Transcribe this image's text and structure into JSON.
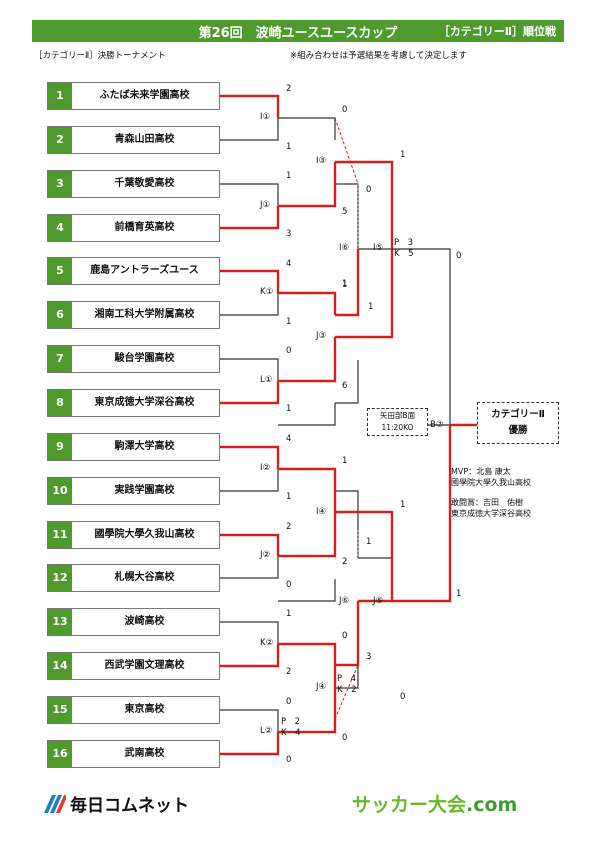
{
  "header": {
    "title": "第26回　波崎ユースユースカップ",
    "category": "［カテゴリーⅡ］順位戦"
  },
  "subtitle": "［カテゴリーⅡ］決勝トーナメント",
  "note": "※組み合わせは予選結果を考慮して決定します",
  "teams": [
    {
      "seed": "1",
      "name": "ふたば未来学園高校"
    },
    {
      "seed": "2",
      "name": "青森山田高校"
    },
    {
      "seed": "3",
      "name": "千葉敬愛高校"
    },
    {
      "seed": "4",
      "name": "前橋育英高校"
    },
    {
      "seed": "5",
      "name": "鹿島アントラーズユース"
    },
    {
      "seed": "6",
      "name": "湘南工科大学附属高校"
    },
    {
      "seed": "7",
      "name": "駿台学園高校"
    },
    {
      "seed": "8",
      "name": "東京成徳大学深谷高校"
    },
    {
      "seed": "9",
      "name": "駒澤大学高校"
    },
    {
      "seed": "10",
      "name": "実践学園高校"
    },
    {
      "seed": "11",
      "name": "國學院大學久我山高校"
    },
    {
      "seed": "12",
      "name": "札幌大谷高校"
    },
    {
      "seed": "13",
      "name": "波崎高校"
    },
    {
      "seed": "14",
      "name": "西武学園文理高校"
    },
    {
      "seed": "15",
      "name": "東京高校"
    },
    {
      "seed": "16",
      "name": "武南高校"
    }
  ],
  "r1": [
    {
      "code": "I①",
      "top": "2",
      "bottom": "1"
    },
    {
      "code": "J①",
      "top": "1",
      "bottom": "3"
    },
    {
      "code": "K①",
      "top": "4",
      "bottom": "1"
    },
    {
      "code": "L①",
      "top": "0",
      "bottom": "1"
    },
    {
      "code": "I②",
      "top": "4",
      "bottom": "1"
    },
    {
      "code": "J②",
      "top": "2",
      "bottom": "0"
    },
    {
      "code": "K②",
      "top": "1",
      "bottom": "2"
    },
    {
      "code": "L②",
      "top": "0",
      "bottom": "0",
      "pk": "P　2\nK　4"
    }
  ],
  "r2": [
    {
      "code": "I③",
      "top": "0",
      "bottom": "5"
    },
    {
      "code": "J③",
      "top": "1",
      "bottom": "6"
    },
    {
      "code": "I④",
      "top": "1",
      "bottom": "2"
    },
    {
      "code": "J④",
      "top": "0",
      "bottom": "0",
      "pk": "P　4\nK　2"
    }
  ],
  "r2b": [
    {
      "code": "I⑥",
      "top": "0",
      "bottom": "1"
    },
    {
      "code": "J⑥",
      "top": "1",
      "bottom": "3"
    }
  ],
  "r3": [
    {
      "code": "I⑤",
      "top": "1",
      "bottom": "1",
      "pk": "P　3\nK　5"
    },
    {
      "code": "J⑤",
      "top": "1",
      "bottom": "0"
    }
  ],
  "final": {
    "code": "B⑦",
    "top": "0",
    "bottom": "1"
  },
  "venue": {
    "line1": "矢田部B面",
    "line2": "11:20KO"
  },
  "champion": {
    "line1": "カテゴリーⅡ",
    "line2": "優勝"
  },
  "awards": {
    "mvp": "MVP：北島 康太",
    "mvp_team": "國學院大學久我山高校",
    "fighting": "敢闘賞：吉田　佑樹",
    "fighting_team": "東京成徳大学深谷高校"
  },
  "footer": {
    "left_logo": "毎日コムネット",
    "right_logo": "サッカー大会",
    "right_suffix": ".com"
  },
  "colors": {
    "accent": "#4e9a2c",
    "winner_line": "#d22020",
    "line": "#333333"
  }
}
